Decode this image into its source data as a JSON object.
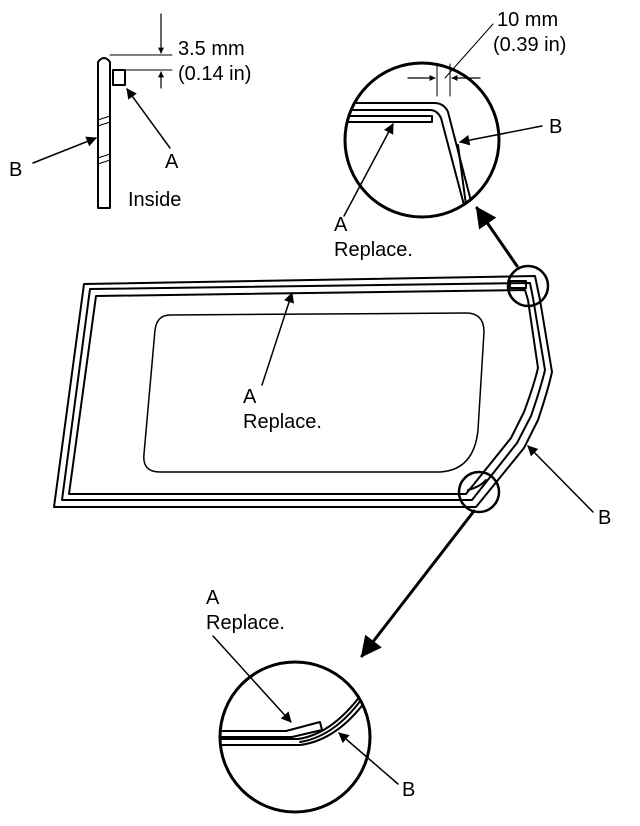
{
  "callouts": {
    "a": "A",
    "b": "B",
    "replace": "Replace.",
    "inside": "Inside"
  },
  "dimensions": {
    "thickness_mm": "3.5 mm",
    "thickness_in": "(0.14 in)",
    "offset_mm": "10 mm",
    "offset_in": "(0.39 in)"
  },
  "colors": {
    "line": "#000000",
    "background": "#ffffff"
  }
}
